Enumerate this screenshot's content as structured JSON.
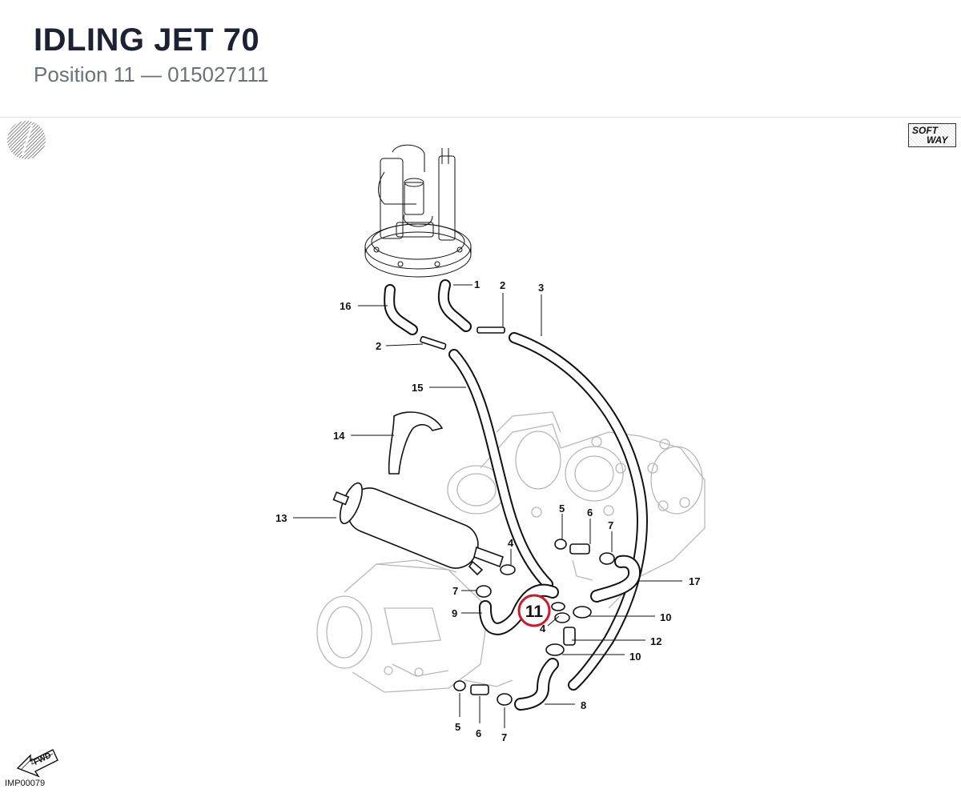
{
  "header": {
    "title": "IDLING JET 70",
    "subtitle": "Position 11 — 015027111"
  },
  "brand": {
    "line1": "SOFT",
    "line2": "WAY"
  },
  "diagram_code": "IMP00079",
  "fwd_label": "FWD",
  "highlight": {
    "label": "11",
    "color": "#d0182a"
  },
  "callouts": {
    "c1": "1",
    "c2a": "2",
    "c3": "3",
    "c16": "16",
    "c2b": "2",
    "c15": "15",
    "c14": "14",
    "c13": "13",
    "c5a": "5",
    "c6a": "6",
    "c7a": "7",
    "c4a": "4",
    "c17": "17",
    "c7b": "7",
    "c9": "9",
    "c4b": "4",
    "c10a": "10",
    "c12": "12",
    "c10b": "10",
    "c8": "8",
    "c5b": "5",
    "c6b": "6",
    "c7c": "7"
  }
}
